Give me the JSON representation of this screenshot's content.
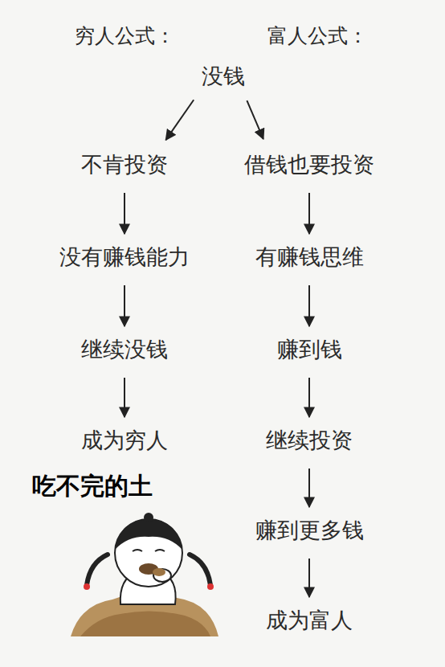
{
  "diagram": {
    "nodes": [
      {
        "text": [
          "没钱"
        ]
      },
      {
        "text": [
          "不肯投资"
        ]
      },
      {
        "text": [
          "没有赚钱能力"
        ]
      },
      {
        "text": [
          "继续没钱"
        ]
      },
      {
        "text": [
          "成为穷人"
        ]
      },
      {
        "text": [
          "借钱也要投资"
        ]
      },
      {
        "text": [
          "有赚钱思维"
        ]
      },
      {
        "text": [
          "赚到钱"
        ]
      },
      {
        "text": [
          "继续投资"
        ]
      },
      {
        "text": [
          "赚到更多钱"
        ]
      },
      {
        "text": [
          "成为富人"
        ]
      }
    ],
    "edges": [
      {
        "from": 0,
        "to": 1,
        "arrow": "to"
      },
      {
        "from": 0,
        "to": 5,
        "arrow": "to"
      },
      {
        "from": 1,
        "to": 2,
        "arrow": "to"
      },
      {
        "from": 2,
        "to": 3,
        "arrow": "to"
      },
      {
        "from": 3,
        "to": 4,
        "arrow": "to"
      },
      {
        "from": 5,
        "to": 6,
        "arrow": "to"
      },
      {
        "from": 6,
        "to": 7,
        "arrow": "to"
      },
      {
        "from": 7,
        "to": 8,
        "arrow": "to"
      },
      {
        "from": 8,
        "to": 9,
        "arrow": "to"
      },
      {
        "from": 9,
        "to": 10,
        "arrow": "to"
      }
    ],
    "labels": [
      "穷人公式：",
      "富人公式：",
      "吃不完的土"
    ]
  }
}
